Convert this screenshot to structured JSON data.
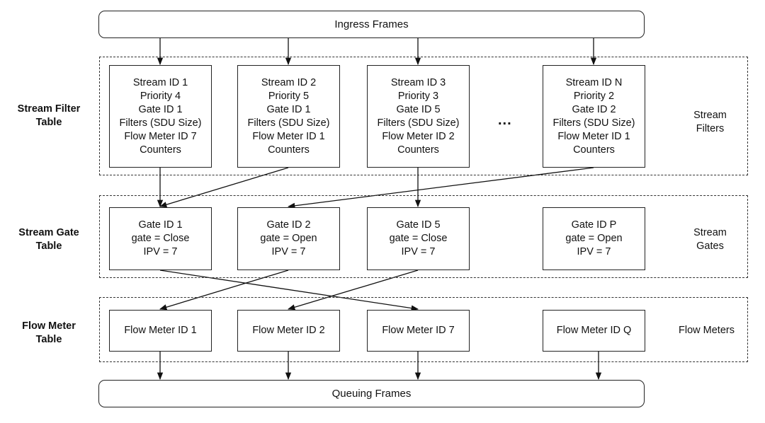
{
  "ingress": "Ingress Frames",
  "queuing": "Queuing Frames",
  "stream_filter": {
    "table_label": [
      "Stream Filter",
      "Table"
    ],
    "side_label": [
      "Stream",
      "Filters"
    ],
    "ellipsis": "...",
    "items": [
      [
        "Stream ID 1",
        "Priority 4",
        "Gate ID 1",
        "Filters (SDU Size)",
        "Flow Meter ID 7",
        "Counters"
      ],
      [
        "Stream ID 2",
        "Priority 5",
        "Gate ID 1",
        "Filters (SDU Size)",
        "Flow Meter ID 1",
        "Counters"
      ],
      [
        "Stream ID 3",
        "Priority 3",
        "Gate ID 5",
        "Filters (SDU Size)",
        "Flow Meter ID 2",
        "Counters"
      ],
      [
        "Stream ID N",
        "Priority 2",
        "Gate ID 2",
        "Filters (SDU Size)",
        "Flow Meter ID 1",
        "Counters"
      ]
    ]
  },
  "stream_gate": {
    "table_label": [
      "Stream Gate",
      "Table"
    ],
    "side_label": [
      "Stream",
      "Gates"
    ],
    "items": [
      [
        "Gate ID 1",
        "gate = Close",
        "IPV = 7"
      ],
      [
        "Gate ID 2",
        "gate = Open",
        "IPV = 7"
      ],
      [
        "Gate ID 5",
        "gate = Close",
        "IPV = 7"
      ],
      [
        "Gate ID P",
        "gate = Open",
        "IPV = 7"
      ]
    ]
  },
  "flow_meter": {
    "table_label": [
      "Flow Meter",
      "Table"
    ],
    "side_label": [
      "Flow Meters"
    ],
    "items": [
      [
        "Flow Meter ID 1"
      ],
      [
        "Flow Meter ID 2"
      ],
      [
        "Flow Meter ID 7"
      ],
      [
        "Flow Meter ID Q"
      ]
    ]
  }
}
